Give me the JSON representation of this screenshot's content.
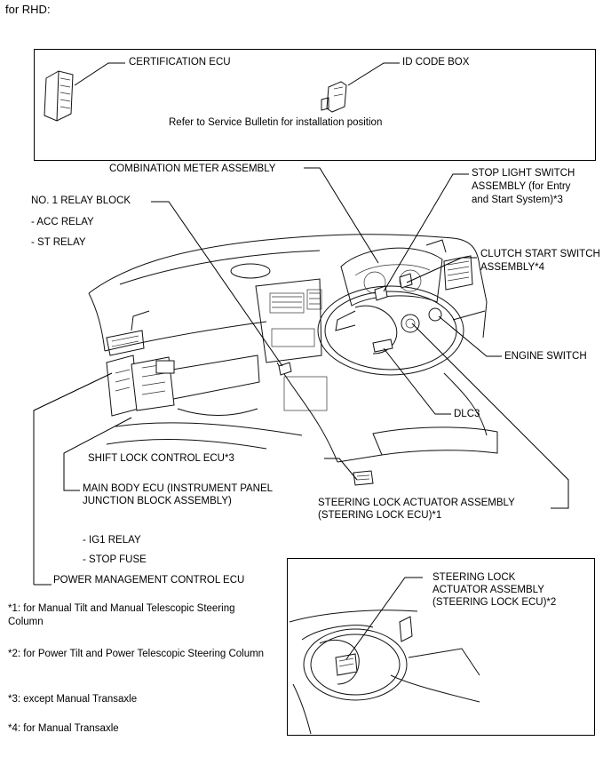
{
  "heading": "for RHD:",
  "top_box": {
    "certification_ecu": "CERTIFICATION ECU",
    "id_code_box": "ID CODE BOX",
    "note": "Refer to Service Bulletin for installation position"
  },
  "labels": {
    "combination_meter": "COMBINATION METER ASSEMBLY",
    "stop_light_switch": [
      "STOP LIGHT SWITCH",
      "ASSEMBLY (for Entry",
      "and Start System)*3"
    ],
    "no1_relay_block": "NO. 1 RELAY BLOCK",
    "acc_relay": "- ACC RELAY",
    "st_relay": "- ST RELAY",
    "clutch_start_switch": [
      "CLUTCH START SWITCH",
      "ASSEMBLY*4"
    ],
    "engine_switch": "ENGINE SWITCH",
    "dlc3": "DLC3",
    "shift_lock_ecu": "SHIFT LOCK CONTROL ECU*3",
    "main_body_ecu": [
      "MAIN BODY ECU (INSTRUMENT PANEL",
      "JUNCTION BLOCK ASSEMBLY)"
    ],
    "steering_lock_1": [
      "STEERING LOCK ACTUATOR ASSEMBLY",
      "(STEERING LOCK ECU)*1"
    ],
    "ig1_relay": "- IG1 RELAY",
    "stop_fuse": "- STOP FUSE",
    "power_mgmt_ecu": "POWER MANAGEMENT CONTROL ECU",
    "steering_lock_2": [
      "STEERING LOCK",
      "ACTUATOR ASSEMBLY",
      "(STEERING LOCK ECU)*2"
    ]
  },
  "footnotes": {
    "n1": [
      "*1: for Manual Tilt and Manual Telescopic Steering",
      "Column"
    ],
    "n2": "*2: for Power Tilt and Power Telescopic Steering Column",
    "n3": "*3: except Manual Transaxle",
    "n4": "*4: for Manual Transaxle"
  }
}
